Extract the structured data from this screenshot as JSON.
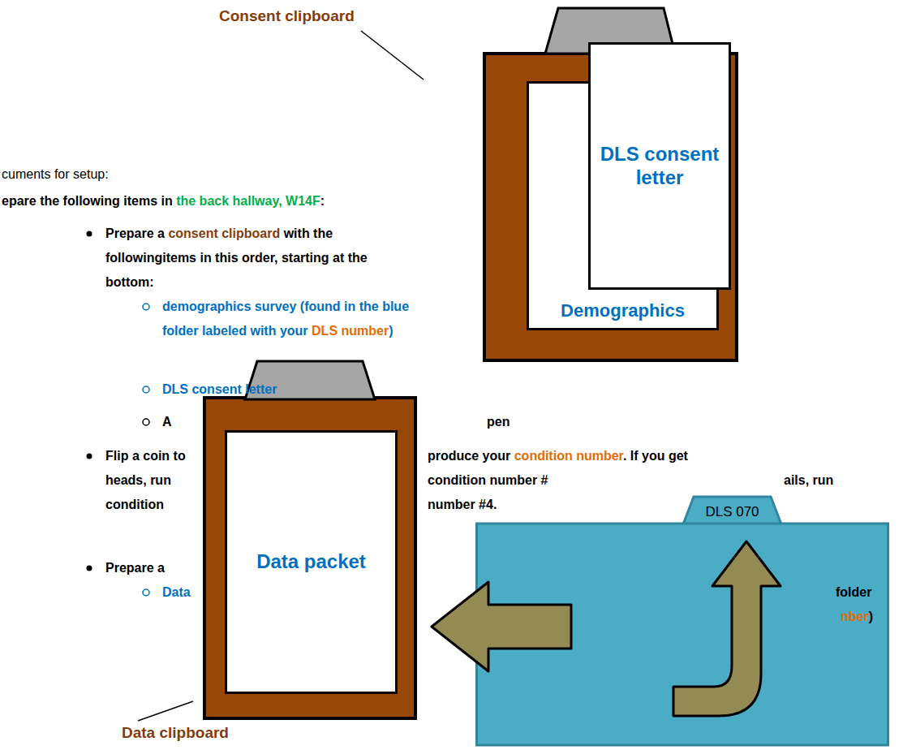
{
  "diagram": {
    "nodes": [
      {
        "text": [
          "Demographics"
        ]
      },
      {
        "text": [
          "DLS consent letter"
        ]
      },
      {
        "text": [
          "Data packet"
        ]
      },
      {
        "text": [
          "DLS 070"
        ]
      }
    ],
    "edges": [
      {
        "from": 3,
        "to": 2,
        "arrow": "to"
      }
    ],
    "labels": [
      "Consent clipboard",
      "cuments for setup:",
      "epare the following items in",
      "the back hallway, W14F",
      ":",
      "Prepare a",
      "consent clipboard",
      "with the followingitems in this order, starting at the bottom:",
      "demographics survey (found in the blue folder labeled with your",
      "DLS number",
      ")",
      "DLS consent letter",
      "A",
      "pen",
      "Flip a coin to",
      "produce your",
      "condition number",
      ". If you get",
      "heads, run",
      "condition number #",
      "ails, run",
      "condition",
      "number #4.",
      "Prepare a",
      "Data",
      "folder",
      "nber",
      ")",
      "Data clipboard"
    ]
  }
}
